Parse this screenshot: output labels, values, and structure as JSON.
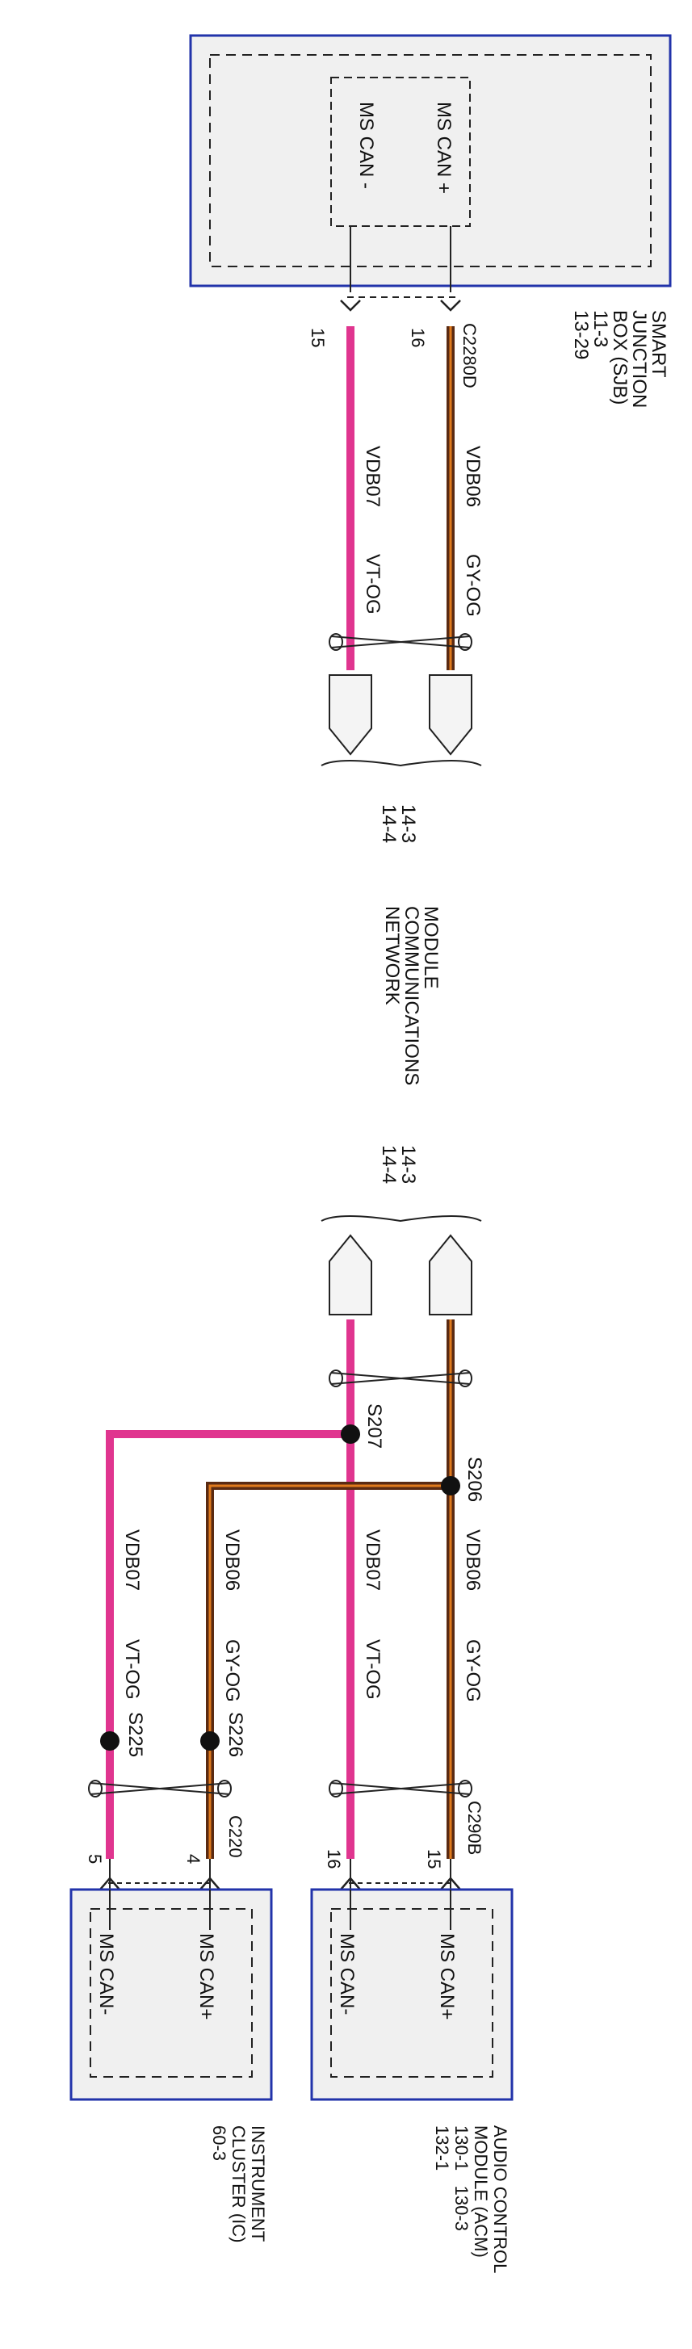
{
  "modules": {
    "sjb": {
      "name_lines": [
        "SMART",
        "JUNCTION",
        "BOX (SJB)"
      ],
      "refs": [
        "11-3",
        "13-29"
      ],
      "pin_can_plus": "MS CAN +",
      "pin_can_minus": "MS CAN -",
      "connector": "C2280D",
      "pin_num_plus": "16",
      "pin_num_minus": "15"
    },
    "acm": {
      "name_lines": [
        "AUDIO CONTROL",
        "MODULE (ACM)"
      ],
      "refs_line1": "130-1   130-3",
      "refs_line2": "132-1",
      "pin_can_plus": "MS CAN+",
      "pin_can_minus": "MS CAN-",
      "connector": "C290B",
      "pin_num_plus": "15",
      "pin_num_minus": "16"
    },
    "ic": {
      "name_lines": [
        "INSTRUMENT",
        "CLUSTER (IC)"
      ],
      "refs": [
        "60-3"
      ],
      "pin_can_plus": "MS CAN+",
      "pin_can_minus": "MS CAN-",
      "connector": "C220",
      "pin_num_plus": "4",
      "pin_num_minus": "5"
    }
  },
  "network": {
    "name_lines": [
      "MODULE",
      "COMMUNICATIONS",
      "NETWORK"
    ],
    "ref_top": [
      "14-3",
      "14-4"
    ],
    "ref_bottom": [
      "14-3",
      "14-4"
    ]
  },
  "wires": {
    "plus": {
      "circuit": "VDB06",
      "color_code": "GY-OG",
      "stroke": "#5a2a12",
      "tracer": "#e07a1c"
    },
    "minus": {
      "circuit": "VDB07",
      "color_code": "VT-OG",
      "stroke": "#e0358f",
      "tracer": "#f06aa8"
    }
  },
  "splices": {
    "s206": "S206",
    "s207": "S207",
    "s225": "S225",
    "s226": "S226"
  },
  "colors": {
    "module_border": "#2233aa",
    "module_fill": "#f0f0f0",
    "connector_fill": "#f4f4f4"
  }
}
